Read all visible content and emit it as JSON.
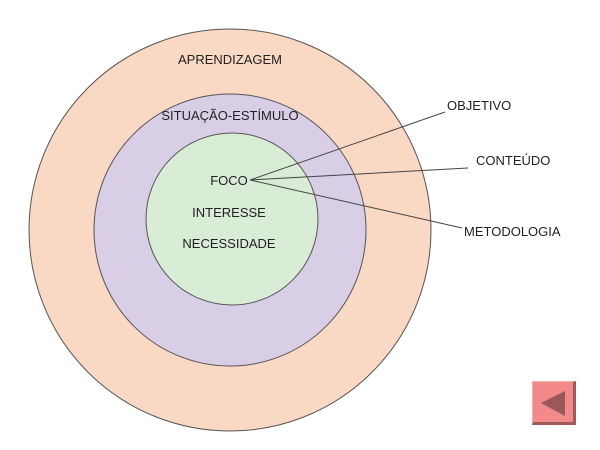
{
  "diagram": {
    "outer_label": "APRENDIZAGEM",
    "middle_label": "SITUAÇÃO-ESTÍMULO",
    "inner_labels": [
      "FOCO",
      "INTERESSE",
      "NECESSIDADE"
    ],
    "branches": [
      "OBJETIVO",
      "CONTEÚDO",
      "METODOLOGIA"
    ],
    "colors": {
      "outer": "#f9d8c4",
      "middle": "#d8cfe6",
      "inner": "#d8ecd6",
      "button": "#f28a8a"
    }
  },
  "nav": {
    "back_icon": "triangle-left-icon"
  }
}
